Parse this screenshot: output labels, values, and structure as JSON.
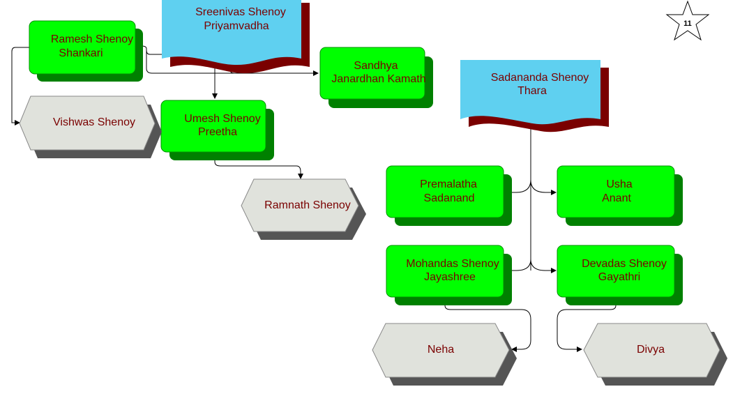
{
  "page_badge": {
    "number": "11"
  },
  "colors": {
    "couple_box": "#00ff00",
    "couple_box_shadow": "#008000",
    "couple_box_border": "#009000",
    "head_doc": "#5fd0f0",
    "head_doc_shadow": "#7a0000",
    "child_hex": "#e0e2dc",
    "child_hex_shadow": "#555555",
    "text": "#7a0000"
  },
  "heads": [
    {
      "line1": "Sreenivas Shenoy",
      "line2": "Priyamvadha"
    },
    {
      "line1": "Sadananda Shenoy",
      "line2": "Thara"
    }
  ],
  "couples": [
    {
      "line1": "Ramesh Shenoy",
      "line2": "Shankari"
    },
    {
      "line1": "Sandhya",
      "line2": "Janardhan Kamath"
    },
    {
      "line1": "Umesh Shenoy",
      "line2": "Preetha"
    },
    {
      "line1": "Premalatha",
      "line2": "Sadanand"
    },
    {
      "line1": "Usha",
      "line2": "Anant"
    },
    {
      "line1": "Mohandas Shenoy",
      "line2": "Jayashree"
    },
    {
      "line1": "Devadas Shenoy",
      "line2": "Gayathri"
    }
  ],
  "children": [
    {
      "name": "Vishwas Shenoy"
    },
    {
      "name": "Ramnath Shenoy"
    },
    {
      "name": "Neha"
    },
    {
      "name": "Divya"
    }
  ]
}
